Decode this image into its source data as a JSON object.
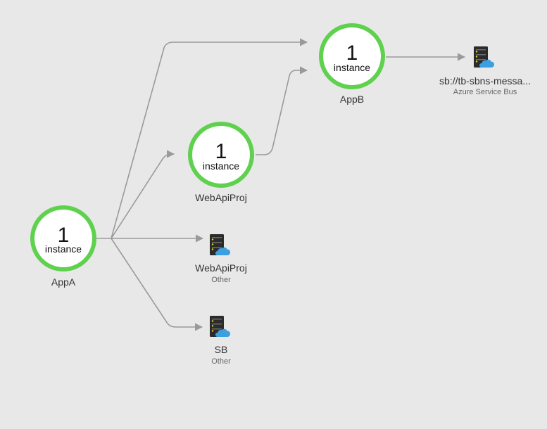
{
  "colors": {
    "background": "#e8e8e8",
    "healthy_ring": "#5fd14f",
    "edge": "#9a9a9a",
    "cloud": "#3b9fe0",
    "server": "#2b2b2b"
  },
  "nodes": {
    "appA": {
      "count": "1",
      "unit": "instance",
      "label": "AppA"
    },
    "webapiproj": {
      "count": "1",
      "unit": "instance",
      "label": "WebApiProj"
    },
    "appB": {
      "count": "1",
      "unit": "instance",
      "label": "AppB"
    },
    "servicebus": {
      "icon": "server-cloud-icon",
      "label": "sb://tb-sbns-messa...",
      "sub": "Azure Service Bus"
    },
    "webapiproj_other": {
      "icon": "server-cloud-icon",
      "label": "WebApiProj",
      "sub": "Other"
    },
    "sb_other": {
      "icon": "server-cloud-icon",
      "label": "SB",
      "sub": "Other"
    }
  },
  "edges": [
    {
      "from": "appA",
      "to": "appB"
    },
    {
      "from": "appA",
      "to": "webapiproj"
    },
    {
      "from": "appA",
      "to": "webapiproj_other"
    },
    {
      "from": "appA",
      "to": "sb_other"
    },
    {
      "from": "webapiproj",
      "to": "appB"
    },
    {
      "from": "appB",
      "to": "servicebus"
    }
  ]
}
